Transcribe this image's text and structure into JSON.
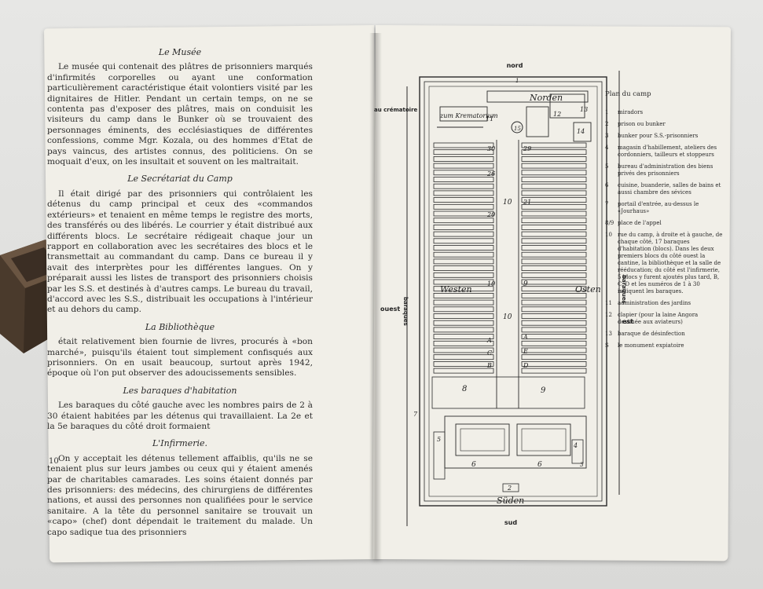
{
  "left_page": {
    "sections": [
      {
        "title": "Le Musée",
        "paragraphs": [
          "Le musée qui contenait des plâtres de prisonniers marqués d'infirmités corporelles ou ayant une conformation particulièrement caractéristique était volontiers visité par les dignitaires de Hitler. Pendant un certain temps, on ne se contenta pas d'exposer des plâtres, mais on conduisit les visiteurs du camp dans le Bunker où se trouvaient des personnages éminents, des ecclésiastiques de différentes confessions, comme Mgr. Kozala, ou des hommes d'Etat de pays vaincus, des artistes connus, des politiciens. On se moquait d'eux, on les insultait et souvent on les maltraitait."
        ]
      },
      {
        "title": "Le Secrétariat du Camp",
        "paragraphs": [
          "Il était dirigé par des prisonniers qui contrôlaient les détenus du camp principal et ceux des «commandos extérieurs» et tenaient en même temps le registre des morts, des transférés ou des libérés. Le courrier y était distribué aux différents blocs. Le secrétaire rédigeait chaque jour un rapport en collaboration avec les secrétaires des blocs et le transmettait au commandant du camp. Dans ce bureau il y avait des interprètes pour les différentes langues. On y préparait aussi les listes de transport des prisonniers choisis par les S.S. et destinés à d'autres camps. Le bureau du travail, d'accord avec les S.S., distribuait les occupations à l'intérieur et au dehors du camp."
        ]
      },
      {
        "title": "La Bibliothèque",
        "paragraphs": [
          "était relativement bien fournie de livres, procurés à «bon marché», puisqu'ils étaient tout simplement confisqués aux prisonniers. On en usait beaucoup, surtout après 1942, époque où l'on put observer des adoucissements sensibles."
        ]
      },
      {
        "title": "Les baraques d'habitation",
        "paragraphs": [
          "Les baraques du côté gauche avec les nombres pairs de 2 à 30 étaient habitées par les détenus qui travaillaient. La 2e et la 5e baraques du côté droit formaient"
        ]
      },
      {
        "title": "L'Infirmerie.",
        "paragraphs": [
          "On y acceptait les détenus tellement affaiblis, qu'ils ne se tenaient plus sur leurs jambes ou ceux qui y étaient amenés par de charitables camarades. Les soins étaient donnés par des prisonniers: des médecins, des chirurgiens de différentes nations, et aussi des personnes non qualifiées pour le service sanitaire. A la tête du personnel sanitaire se trouvait un «capo» (chef) dont dépendait le traitement du malade. Un capo sadique tua des prisonniers"
        ]
      }
    ],
    "page_number": "10"
  },
  "map": {
    "north": "nord",
    "south": "sud",
    "west": "ouest",
    "east": "est",
    "crematorium": "au crématoire",
    "baracks_left": "baraques",
    "baracks_right": "baraques",
    "norden": "Norden",
    "suden": "Süden",
    "westen": "Westen",
    "osten": "Osten",
    "krematorium": "zum Krematorium",
    "labels": {
      "n11": "11",
      "n12": "12",
      "n13": "13",
      "n14": "14",
      "n15": "15",
      "n30": "30",
      "n29": "29",
      "n26": "26",
      "n21": "21",
      "n20": "20",
      "n10a": "10",
      "n10b": "10",
      "n10c": "10",
      "n9a": "9",
      "n9b": "9",
      "n8": "8",
      "n7": "7",
      "n6a": "6",
      "n6b": "6",
      "n5": "5",
      "n4": "4",
      "n3": "3",
      "n2": "2",
      "n1": "1",
      "A": "A",
      "B": "B",
      "C": "C",
      "D": "D",
      "E": "E",
      "dA": "A"
    }
  },
  "legend": {
    "title": "Plan du camp",
    "items": [
      {
        "num": "1",
        "text": "miradors"
      },
      {
        "num": "2",
        "text": "prison ou bunker"
      },
      {
        "num": "3",
        "text": "bunker pour S.S.-prisonniers"
      },
      {
        "num": "4",
        "text": "magasin d'habillement, ateliers des cordonniers, tailleurs et stoppeurs"
      },
      {
        "num": "5",
        "text": "bureau d'administration des biens privés des prisonniers"
      },
      {
        "num": "6",
        "text": "cuisine, buanderie, salles de bains et aussi chambre des sévices"
      },
      {
        "num": "7",
        "text": "portail d'entrée, au-dessus le «Jourhaus»"
      },
      {
        "num": "8/9",
        "text": "place de l'appel"
      },
      {
        "num": "10",
        "text": "rue du camp, à droite et à gauche, de chaque côté, 17 baraques d'habitation (blocs). Dans les deux premiers blocs du côté ouest la cantine, la bibliothèque et la salle de rééducation; du côté est l'infirmerie, 5 blocs y furent ajoutés plus tard, B, C, D et les numéros de 1 à 30 indiquent les baraques."
      },
      {
        "num": "11",
        "text": "administration des jardins"
      },
      {
        "num": "12",
        "text": "clapier (pour la laine Angora destinée aux aviateurs)"
      },
      {
        "num": "13",
        "text": "baraque de désinfection"
      },
      {
        "num": "S",
        "text": "le monument expiatoire"
      }
    ]
  }
}
